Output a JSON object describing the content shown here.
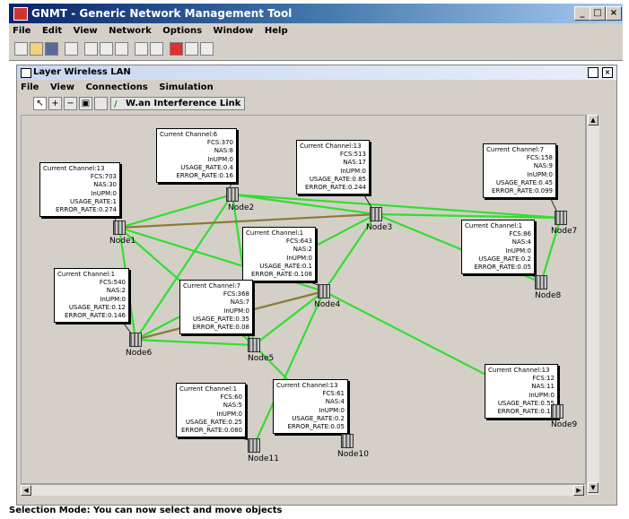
{
  "window": {
    "title": "GNMT - Generic Network Management Tool",
    "min_glyph": "_",
    "max_glyph": "□",
    "close_glyph": "×"
  },
  "main_menu": [
    "File",
    "Edit",
    "View",
    "Network",
    "Options",
    "Window",
    "Help"
  ],
  "inner_window": {
    "title": "Layer Wireless LAN",
    "menu": [
      "File",
      "View",
      "Connections",
      "Simulation"
    ],
    "tool_label": "W.an Interference Link"
  },
  "status_text": "Selection Mode: You can now select and move objects",
  "colors": {
    "link": "#33dd33",
    "interference": "#8b7a3a"
  },
  "nodes": [
    {
      "name": "Node1",
      "info": [
        "Current Channel:13",
        "FCS:703",
        "NAS:30",
        "InUPM:0",
        "USAGE_RATE:1",
        "ERROR_RATE:0.274"
      ]
    },
    {
      "name": "Node2",
      "info": [
        "Current Channel:6",
        "FCS:370",
        "NAS:8",
        "InUPM:0",
        "USAGE_RATE:0.4",
        "ERROR_RATE:0.16"
      ]
    },
    {
      "name": "Node3",
      "info": [
        "Current Channel:13",
        "FCS:513",
        "NAS:17",
        "InUPM:0",
        "USAGE_RATE:0.85",
        "ERROR_RATE:0.244"
      ]
    },
    {
      "name": "Node4",
      "info": [
        "Current Channel:1",
        "FCS:643",
        "NAS:2",
        "InUPM:0",
        "USAGE_RATE:0.1",
        "ERROR_RATE:0.108"
      ]
    },
    {
      "name": "Node5",
      "info": [
        "Current Channel:7",
        "FCS:368",
        "NAS:7",
        "InUPM:0",
        "USAGE_RATE:0.35",
        "ERROR_RATE:0.08"
      ]
    },
    {
      "name": "Node6",
      "info": [
        "Current Channel:1",
        "FCS:540",
        "NAS:2",
        "InUPM:0",
        "USAGE_RATE:0.12",
        "ERROR_RATE:0.146"
      ]
    },
    {
      "name": "Node7",
      "info": [
        "Current Channel:7",
        "FCS:158",
        "NAS:9",
        "InUPM:0",
        "USAGE_RATE:0.45",
        "ERROR_RATE:0.099"
      ]
    },
    {
      "name": "Node8",
      "info": [
        "Current Channel:1",
        "FCS:86",
        "NAS:4",
        "InUPM:0",
        "USAGE_RATE:0.2",
        "ERROR_RATE:0.05"
      ]
    },
    {
      "name": "Node9",
      "info": [
        "Current Channel:13",
        "FCS:12",
        "NAS:11",
        "InUPM:0",
        "USAGE_RATE:0.55",
        "ERROR_RATE:0.12"
      ]
    },
    {
      "name": "Node10",
      "info": [
        "Current Channel:13",
        "FCS:61",
        "NAS:4",
        "InUPM:0",
        "USAGE_RATE:0.2",
        "ERROR_RATE:0.05"
      ]
    },
    {
      "name": "Node11",
      "info": [
        "Current Channel:1",
        "FCS:60",
        "NAS:5",
        "InUPM:0",
        "USAGE_RATE:0.25",
        "ERROR_RATE:0.080"
      ]
    }
  ],
  "links": [
    [
      "Node1",
      "Node2"
    ],
    [
      "Node1",
      "Node4"
    ],
    [
      "Node1",
      "Node5"
    ],
    [
      "Node1",
      "Node6"
    ],
    [
      "Node2",
      "Node3"
    ],
    [
      "Node2",
      "Node5"
    ],
    [
      "Node2",
      "Node6"
    ],
    [
      "Node2",
      "Node7"
    ],
    [
      "Node3",
      "Node4"
    ],
    [
      "Node3",
      "Node6"
    ],
    [
      "Node3",
      "Node8"
    ],
    [
      "Node3",
      "Node7"
    ],
    [
      "Node4",
      "Node5"
    ],
    [
      "Node4",
      "Node9"
    ],
    [
      "Node4",
      "Node11"
    ],
    [
      "Node5",
      "Node6"
    ],
    [
      "Node5",
      "Node10"
    ],
    [
      "Node7",
      "Node8"
    ]
  ],
  "interference_links": [
    [
      "Node1",
      "Node3"
    ],
    [
      "Node6",
      "Node4"
    ]
  ]
}
